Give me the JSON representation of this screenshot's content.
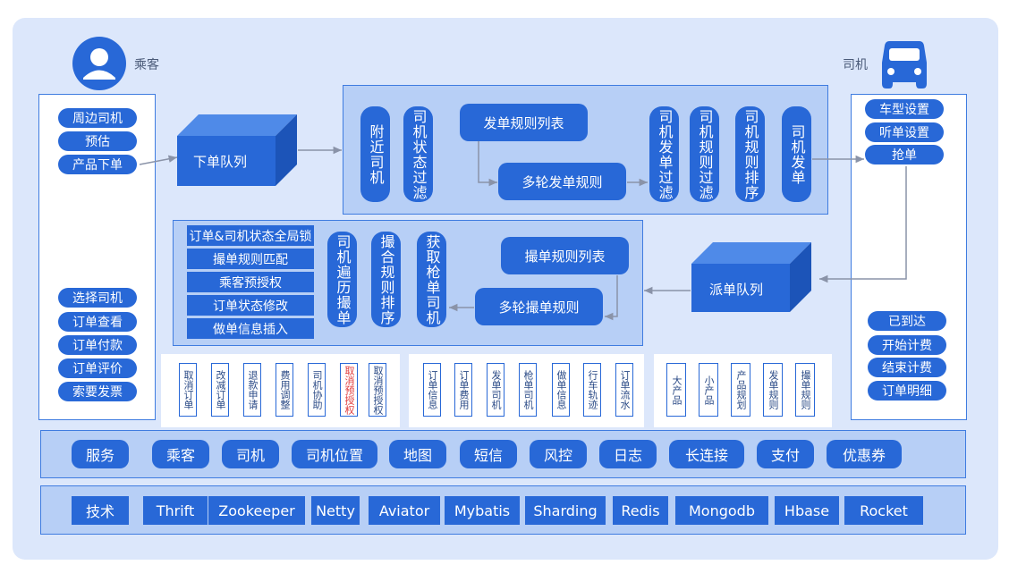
{
  "passenger": {
    "label": "乘客",
    "top_items": [
      "周边司机",
      "预估",
      "产品下单"
    ],
    "bottom_items": [
      "选择司机",
      "订单查看",
      "订单付款",
      "订单评价",
      "索要发票"
    ]
  },
  "driver": {
    "label": "司机",
    "top_items": [
      "车型设置",
      "听单设置",
      "抢单"
    ],
    "bottom_items": [
      "已到达",
      "开始计费",
      "结束计费",
      "订单明细"
    ]
  },
  "queues": {
    "order_queue": "下单队列",
    "dispatch_queue": "派单队列"
  },
  "dispatch_panel": {
    "v1": "附近司机",
    "v2": "司机状态过滤",
    "rule_list": "发单规则列表",
    "multi_rule": "多轮发单规则",
    "v3": "司机发单过滤",
    "v4": "司机规则过滤",
    "v5": "司机规则排序",
    "v6": "司机发单"
  },
  "grab_panel": {
    "stack": [
      "订单&司机状态全局锁",
      "撮单规则匹配",
      "乘客预授权",
      "订单状态修改",
      "做单信息插入"
    ],
    "v1": "司机遍历撮单",
    "v2": "撮合规则排序",
    "v3": "获取枪单司机",
    "rule_list": "撮单规则列表",
    "multi_rule": "多轮撮单规则"
  },
  "groups": {
    "g1": [
      {
        "text": "取消订单",
        "red": false
      },
      {
        "text": "改减订单",
        "red": false
      },
      {
        "text": "退款申请",
        "red": false
      },
      {
        "text": "费用调整",
        "red": false
      },
      {
        "text": "司机协助",
        "red": false
      },
      {
        "text": "取消预授权",
        "red": true
      },
      {
        "text": "取消预授权",
        "red": false
      }
    ],
    "g2": [
      "订单信息",
      "订单费用",
      "发单司机",
      "枪单司机",
      "做单信息",
      "行车轨迹",
      "订单流水"
    ],
    "g3": [
      "大产品",
      "小产品",
      "产品规划",
      "发单规则",
      "撮单规则"
    ]
  },
  "services": {
    "label": "服务",
    "items": [
      "乘客",
      "司机",
      "司机位置",
      "地图",
      "短信",
      "风控",
      "日志",
      "长连接",
      "支付",
      "优惠券"
    ]
  },
  "tech": {
    "label": "技术",
    "items": [
      "Thrift",
      "Zookeeper",
      "Netty",
      "Aviator",
      "Mybatis",
      "Sharding",
      "Redis",
      "Mongodb",
      "Hbase",
      "Rocket"
    ]
  },
  "colors": {
    "primary": "#2868d7",
    "panel_bg": "#b7cff6",
    "page_bg": "#dce7fb",
    "highlight_red": "#e03a3a"
  },
  "icons": {
    "passenger": "user-avatar-icon",
    "driver": "car-icon"
  }
}
